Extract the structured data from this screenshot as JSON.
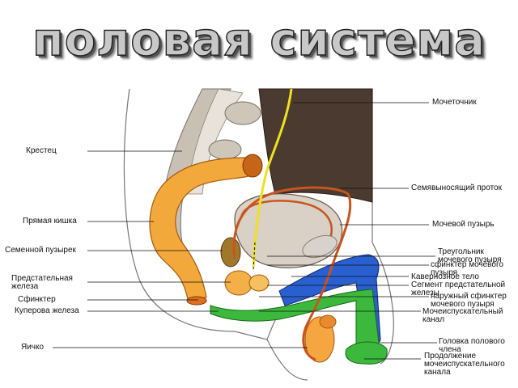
{
  "title": "половая система",
  "labels": {
    "left": {
      "krestets": "Крестец",
      "pryamaya_kishka": "Прямая кишка",
      "semennoy_puzyrek": "Семенной пузырек",
      "predstatelnaya": "Предстательная\nжелеза",
      "sfinkter": "Сфинктер",
      "kuperova": "Куперова железа",
      "yaichko": "Яичко"
    },
    "right": {
      "mochetochnik": "Мочеточник",
      "semyavynosyashchiy": "Семявыносящий проток",
      "mochevoy_puzyr": "Мочевой пузырь",
      "treugolnik": "Треугольник\nмочевого пузыря",
      "sfinkter_mochevogo": "сфинктер мочевого\nпузыря",
      "kavernoznoe": "Кавернозное тело",
      "segment": "Сегмент предстательной\nжелезы",
      "naruzhny": "наружный сфинктер\nмочевого пузыря",
      "mocheispuskatelny": "Мочеиспускательный\nканал",
      "golovka": "Головка полового\nчлена",
      "prodolzhenie": "Продолжение\nмочеиспускательного\nканала"
    }
  },
  "colors": {
    "bone": "#c9c0b4",
    "rectum": "#f2a83a",
    "bladder": "#d9d0c6",
    "dark_tissue": "#4a3a30",
    "ureter": "#f0e020",
    "duct": "#c8551e",
    "corpus": "#2a5fd0",
    "urethra": "#3cb93c",
    "testis": "#f6a640"
  }
}
